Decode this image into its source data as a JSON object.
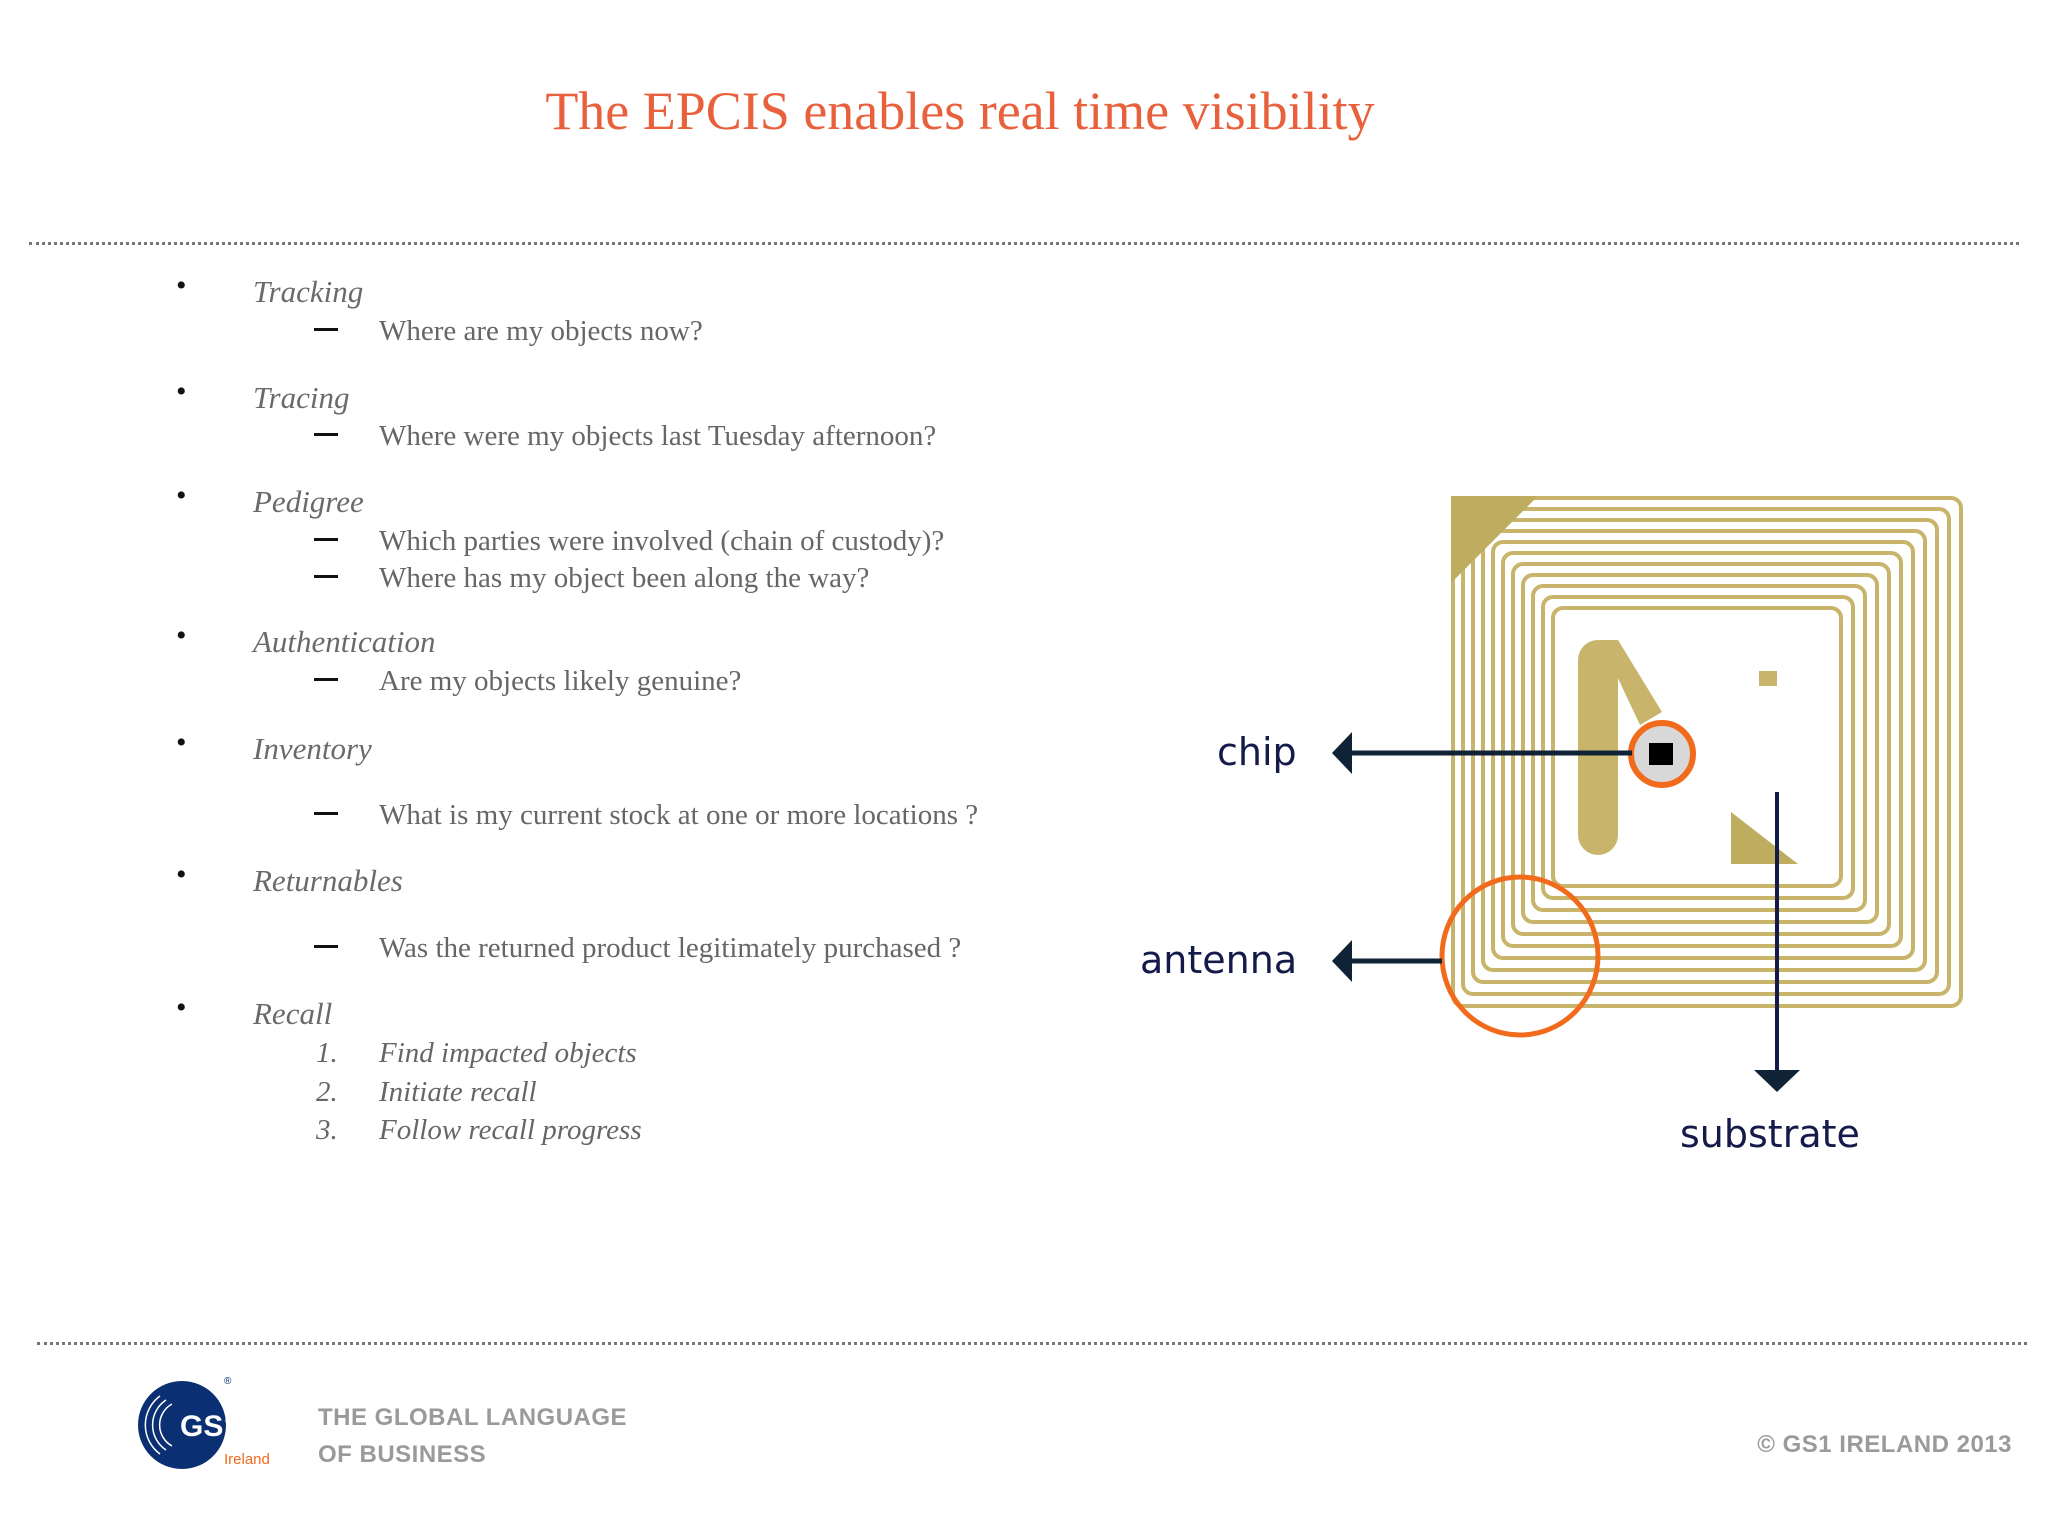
{
  "title": "The EPCIS enables real time visibility",
  "bullets": [
    {
      "heading": "Tracking",
      "subs": [
        "Where are my objects now?"
      ]
    },
    {
      "heading": "Tracing",
      "subs": [
        "Where were my objects last Tuesday afternoon?"
      ]
    },
    {
      "heading": "Pedigree",
      "subs": [
        "Which parties were involved (chain of custody)?",
        "Where has my object been along the way?"
      ]
    },
    {
      "heading": "Authentication",
      "subs": [
        "Are my objects likely genuine?"
      ]
    },
    {
      "heading": "Inventory",
      "subs": [
        "What is my current stock at one or more locations ?"
      ]
    },
    {
      "heading": "Returnables",
      "subs": [
        "Was the returned product legitimately purchased ?"
      ]
    },
    {
      "heading": "Recall",
      "numbered": [
        {
          "num": "1.",
          "text": "Find impacted objects"
        },
        {
          "num": "2.",
          "text": "Initiate  recall"
        },
        {
          "num": "3.",
          "text": "Follow recall progress"
        }
      ]
    }
  ],
  "diagram": {
    "chip_label": "chip",
    "antenna_label": "antenna",
    "substrate_label": "substrate",
    "colors": {
      "antenna": "#c8b46a",
      "highlight": "#f26a1b",
      "arrow": "#0f2236"
    }
  },
  "footer": {
    "logo_text": "GS1",
    "logo_sub": "Ireland",
    "tagline_1": "THE GLOBAL LANGUAGE",
    "tagline_2": "OF BUSINESS",
    "copyright": "© GS1 IRELAND 2013"
  },
  "colors": {
    "title": "#e8603c",
    "logo_blue": "#0a2f73",
    "logo_orange": "#f26a1b"
  }
}
